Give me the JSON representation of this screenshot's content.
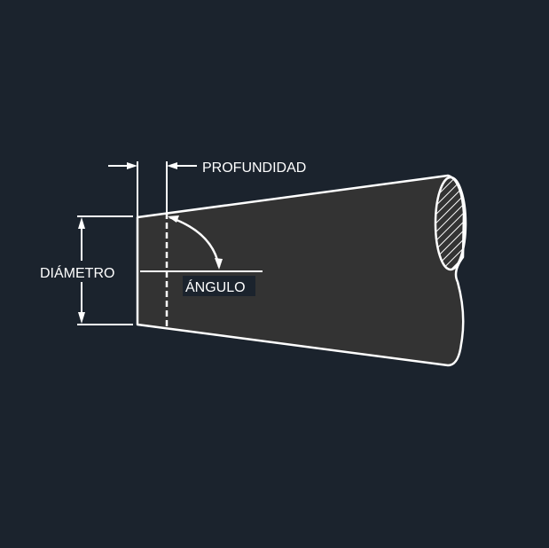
{
  "diagram": {
    "labels": {
      "depth": "PROFUNDIDAD",
      "diameter": "DIÁMETRO",
      "angle": "ÁNGULO"
    },
    "colors": {
      "background": "#1b232d",
      "body_fill": "#333333",
      "line": "#ffffff"
    }
  }
}
